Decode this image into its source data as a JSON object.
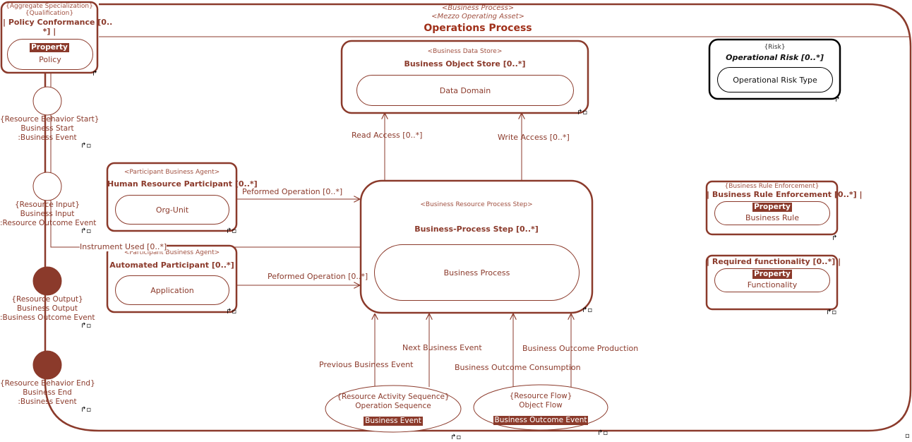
{
  "process": {
    "stereotype1": "<Business Process>",
    "stereotype2": "<Mezzo Operating Asset>",
    "title": "Operations Process"
  },
  "policy": {
    "stereo1": "{Aggregate Specialization}",
    "stereo2": "{Qualification}",
    "title_line1": "| Policy Conformance [0..",
    "title_line2": "*] |",
    "tag": "Property",
    "part": "Policy"
  },
  "pins": [
    {
      "stereo": "{Resource Behavior Start}",
      "name": "Business Start",
      "type": ":Business Event"
    },
    {
      "stereo": "{Resource Input}",
      "name": "Business Input",
      "type": ":Resource Outcome Event"
    },
    {
      "stereo": "{Resource Output}",
      "name": "Business Output",
      "type": ":Business Outcome Event"
    },
    {
      "stereo": "{Resource Behavior End}",
      "name": "Business End",
      "type": ":Business Event"
    }
  ],
  "data_store": {
    "stereo": "<Business Data Store>",
    "title": "Business Object Store [0..*]",
    "part": "Data Domain"
  },
  "risk": {
    "stereo": "{Risk}",
    "title": "Operational Risk [0..*]",
    "part": "Operational Risk Type"
  },
  "human_agent": {
    "stereo": "<Participant Business Agent>",
    "title": "Human Resource Participant [0..*]",
    "part": "Org-Unit"
  },
  "auto_agent": {
    "stereo": "<Participant Business Agent>",
    "title": "Automated Participant [0..*]",
    "part": "Application"
  },
  "step": {
    "stereo": "<Business Resource Process Step>",
    "title": "Business-Process Step [0..*]",
    "part": "Business Process"
  },
  "rule": {
    "stereo": "{Business Rule Enforcement}",
    "title": "| Business Rule Enforcement [0..*] |",
    "tag": "Property",
    "part": "Business Rule"
  },
  "functionality": {
    "title": "| Required functionality [0..*] |",
    "tag": "Property",
    "part": "Functionality"
  },
  "sequence": {
    "stereo": "{Resource Activity Sequence}",
    "name": "Operation Sequence",
    "tag": "Business Event"
  },
  "flow": {
    "stereo": "{Resource Flow}",
    "name": "Object Flow",
    "tag": "Business Outcome Event"
  },
  "edges": {
    "read": "Read Access [0..*]",
    "write": "Write Access [0..*]",
    "perf1": "Peformed Operation [0..*]",
    "perf2": "Peformed Operation [0..*]",
    "instrument": "Instrument Used [0..*]",
    "prev": "Previous Business Event",
    "next": "Next Business Event",
    "consume": "Business Outcome Consumption",
    "produce": "Business Outcome Production"
  },
  "colors": {
    "primary": "#8b3a2b",
    "pin_fill": "#8b3a2b",
    "risk_border": "#000000"
  }
}
